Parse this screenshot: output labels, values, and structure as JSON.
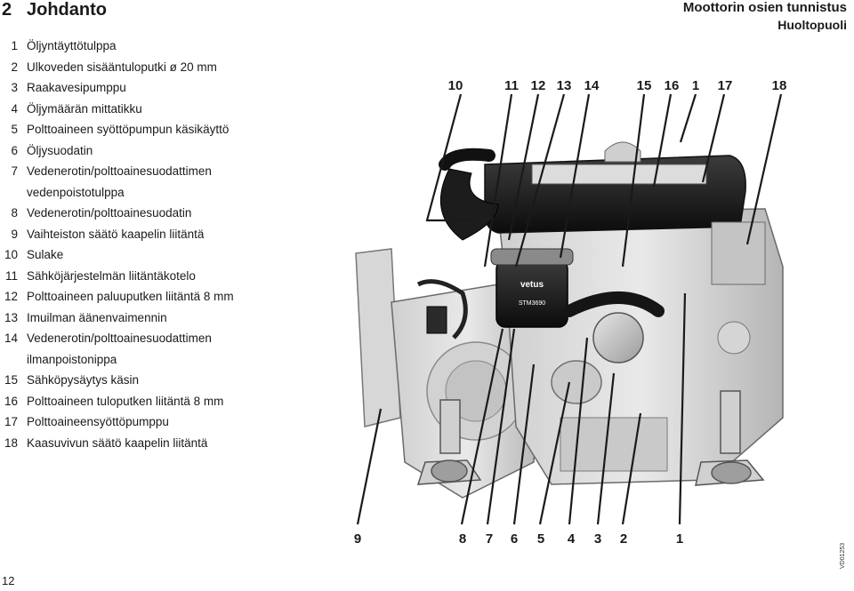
{
  "section": {
    "number": "2",
    "title": "Johdanto"
  },
  "header": {
    "title": "Moottorin osien tunnistus",
    "subtitle": "Huoltopuoli"
  },
  "legend": [
    {
      "n": "1",
      "text": [
        "Öljyntäyttötulppa"
      ]
    },
    {
      "n": "2",
      "text": [
        "Ulkoveden sisääntuloputki ø 20 mm"
      ]
    },
    {
      "n": "3",
      "text": [
        "Raakavesipumppu"
      ]
    },
    {
      "n": "4",
      "text": [
        "Öljymäärän mittatikku"
      ]
    },
    {
      "n": "5",
      "text": [
        "Polttoaineen syöttöpumpun käsikäyttö"
      ]
    },
    {
      "n": "6",
      "text": [
        "Öljysuodatin"
      ]
    },
    {
      "n": "7",
      "text": [
        "Vedenerotin/polttoainesuodattimen",
        "vedenpoistotulppa"
      ]
    },
    {
      "n": "8",
      "text": [
        "Vedenerotin/polttoainesuodatin"
      ]
    },
    {
      "n": "9",
      "text": [
        "Vaihteiston säätö kaapelin liitäntä"
      ]
    },
    {
      "n": "10",
      "text": [
        "Sulake"
      ]
    },
    {
      "n": "11",
      "text": [
        "Sähköjärjestelmän liitäntäkotelo"
      ]
    },
    {
      "n": "12",
      "text": [
        "Polttoaineen paluuputken liitäntä 8 mm"
      ]
    },
    {
      "n": "13",
      "text": [
        "Imuilman äänenvaimennin"
      ]
    },
    {
      "n": "14",
      "text": [
        "Vedenerotin/polttoainesuodattimen",
        "ilmanpoistonippa"
      ]
    },
    {
      "n": "15",
      "text": [
        "Sähköpysäytys käsin"
      ]
    },
    {
      "n": "16",
      "text": [
        "Polttoaineen tuloputken liitäntä 8 mm"
      ]
    },
    {
      "n": "17",
      "text": [
        "Polttoaineensyöttöpumppu"
      ]
    },
    {
      "n": "18",
      "text": [
        "Kaasuvivun säätö kaapelin liitäntä"
      ]
    }
  ],
  "figure": {
    "top_callouts": [
      "10",
      "11",
      "12",
      "13",
      "14",
      "15",
      "16",
      "1",
      "17",
      "18"
    ],
    "bottom_callouts": [
      "9",
      "8",
      "7",
      "6",
      "5",
      "4",
      "3",
      "2",
      "1"
    ],
    "filter_brand": "vetus",
    "filter_model": "STM3690",
    "reference": "VD01253"
  },
  "footer": {
    "page_number": "12"
  }
}
